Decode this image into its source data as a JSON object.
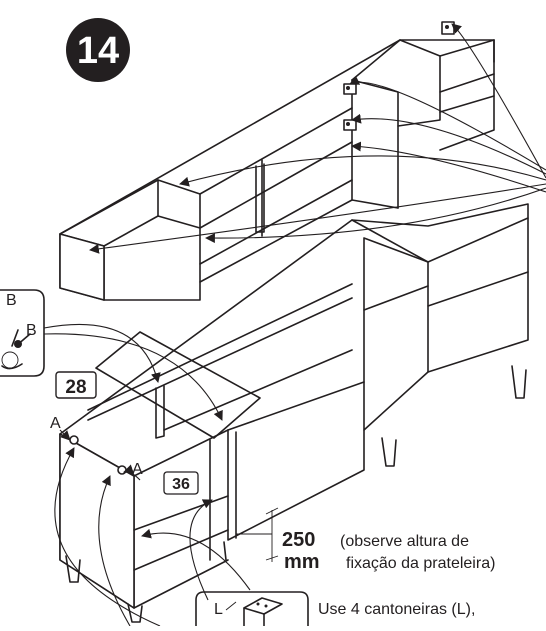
{
  "step": {
    "number": "14"
  },
  "callouts": {
    "part_28": "28",
    "part_36": "36",
    "hardware_a1": "A",
    "hardware_a2": "A",
    "hardware_b1": "B",
    "hardware_b2": "B",
    "bracket_l": "L"
  },
  "measurement": {
    "value": "250",
    "unit": "mm",
    "note_line1": "(observe altura de",
    "note_line2": "fixação da prateleira)"
  },
  "instruction": {
    "text": "Use 4 cantoneiras (L),"
  },
  "colors": {
    "ink": "#231f20",
    "paper": "#ffffff",
    "badge": "#231f20"
  }
}
